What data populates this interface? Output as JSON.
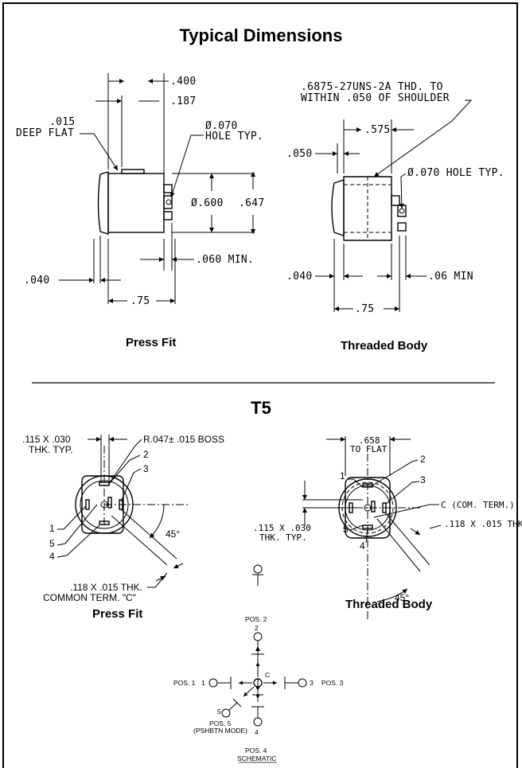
{
  "title": "Typical Dimensions",
  "section2_title": "T5",
  "press_fit": {
    "caption": "Press Fit",
    "dims": {
      "d400": ".400",
      "d187": ".187",
      "d015": ".015",
      "deep_flat": "DEEP FLAT",
      "hole_dia": "Ø.070",
      "hole_typ": "HOLE TYP.",
      "d600": "Ø.600",
      "d647": ".647",
      "d060": ".060 MIN.",
      "d040": ".040",
      "d75": ".75"
    }
  },
  "threaded_body": {
    "caption": "Threaded Body",
    "dims": {
      "thread_line1": ".6875-27UNS-2A THD. TO",
      "thread_line2": "WITHIN .050 OF SHOULDER",
      "d575": ".575",
      "d050": ".050",
      "hole": "Ø.070 HOLE TYP.",
      "d040": ".040",
      "d06": ".06 MIN",
      "d75": ".75"
    }
  },
  "t5_press_fit": {
    "caption": "Press Fit",
    "thk1": ".115 X .030",
    "thk2": "THK. TYP.",
    "boss": "R.047± .015 BOSS",
    "n1": "1",
    "n2": "2",
    "n3": "3",
    "n4": "4",
    "n5": "5",
    "angle": "45°",
    "common1": ".118 X .015 THK.",
    "common2": "COMMON TERM. \"C\""
  },
  "t5_threaded": {
    "caption": "Threaded Body",
    "d658": ".658",
    "to_flat": "TO FLAT",
    "n1": "1",
    "n2": "2",
    "n3": "3",
    "n4": "4",
    "n5": "5",
    "com_term": "C (COM. TERM.)",
    "thk1": ".115 X .030",
    "thk2": "THK. TYP.",
    "thk118": ".118 X .015 THK",
    "angle": "45°"
  },
  "schematic": {
    "pos2": "POS. 2",
    "n2": "2",
    "pos1": "POS. 1",
    "n1": "1",
    "c": "C",
    "n3": "3",
    "pos3": "POS. 3",
    "n5": "5",
    "pos5": "POS. 5",
    "pshbtn": "(PSHBTN MODE)",
    "n4": "4",
    "pos4": "POS. 4",
    "label": "SCHEMATIC"
  }
}
